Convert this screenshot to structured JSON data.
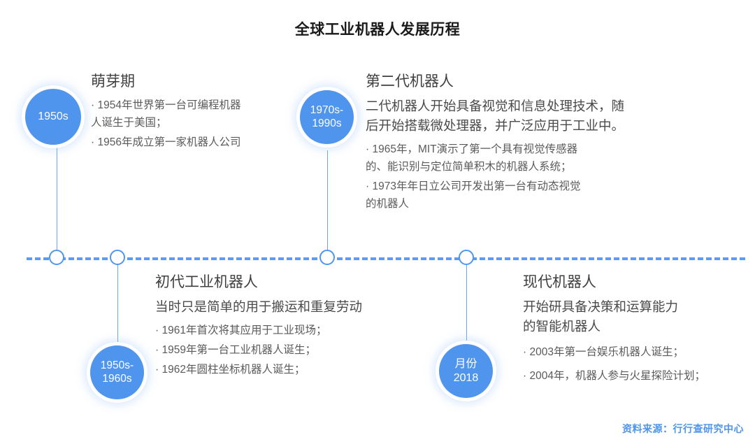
{
  "title": "全球工业机器人发展历程",
  "axis": {
    "style": "dashed",
    "color": "#5b9bf3"
  },
  "colors": {
    "bubble": "#4f95ee",
    "axis": "#5b9bf3",
    "marker_stroke": "#4f96f0",
    "title_text": "#1a1a1a",
    "body_text": "#5a5a5a",
    "source_text": "#4f95ee"
  },
  "nodes": [
    {
      "id": "node-1",
      "badge_lines": [
        "1950s"
      ],
      "position": "above",
      "title": "萌芽期",
      "lead": "",
      "bullets": [
        "· 1954年世界第一台可编程机器\n人诞生于美国；",
        "· 1956年成立第一家机器人公司"
      ]
    },
    {
      "id": "node-2",
      "badge_lines": [
        "1970s-",
        "1990s"
      ],
      "position": "above",
      "title": "第二代机器人",
      "lead": "二代机器人开始具备视觉和信息处理技术，随\n后开始搭载微处理器，并广泛应用于工业中。",
      "bullets": [
        "· 1965年，MIT演示了第一个具有视觉传感器\n的、能识别与定位简单积木的机器人系统；",
        "· 1973年年日立公司开发出第一台有动态视觉\n的机器人"
      ]
    },
    {
      "id": "node-3",
      "badge_lines": [
        "1950s-",
        "1960s"
      ],
      "position": "below",
      "title": "初代工业机器人",
      "lead": "当时只是简单的用于搬运和重复劳动",
      "bullets": [
        "· 1961年首次将其应用于工业现场；",
        "· 1959年第一台工业机器人诞生；",
        "· 1962年圆柱坐标机器人诞生；"
      ]
    },
    {
      "id": "node-4",
      "badge_lines": [
        "月份",
        "2018"
      ],
      "position": "below",
      "title": "现代机器人",
      "lead": "开始研具备决策和运算能力\n的智能机器人",
      "bullets": [
        "· 2003年第一台娱乐机器人诞生；",
        "· 2004年，机器人参与火星探险计划；"
      ]
    }
  ],
  "source": "资料来源：行行查研究中心"
}
